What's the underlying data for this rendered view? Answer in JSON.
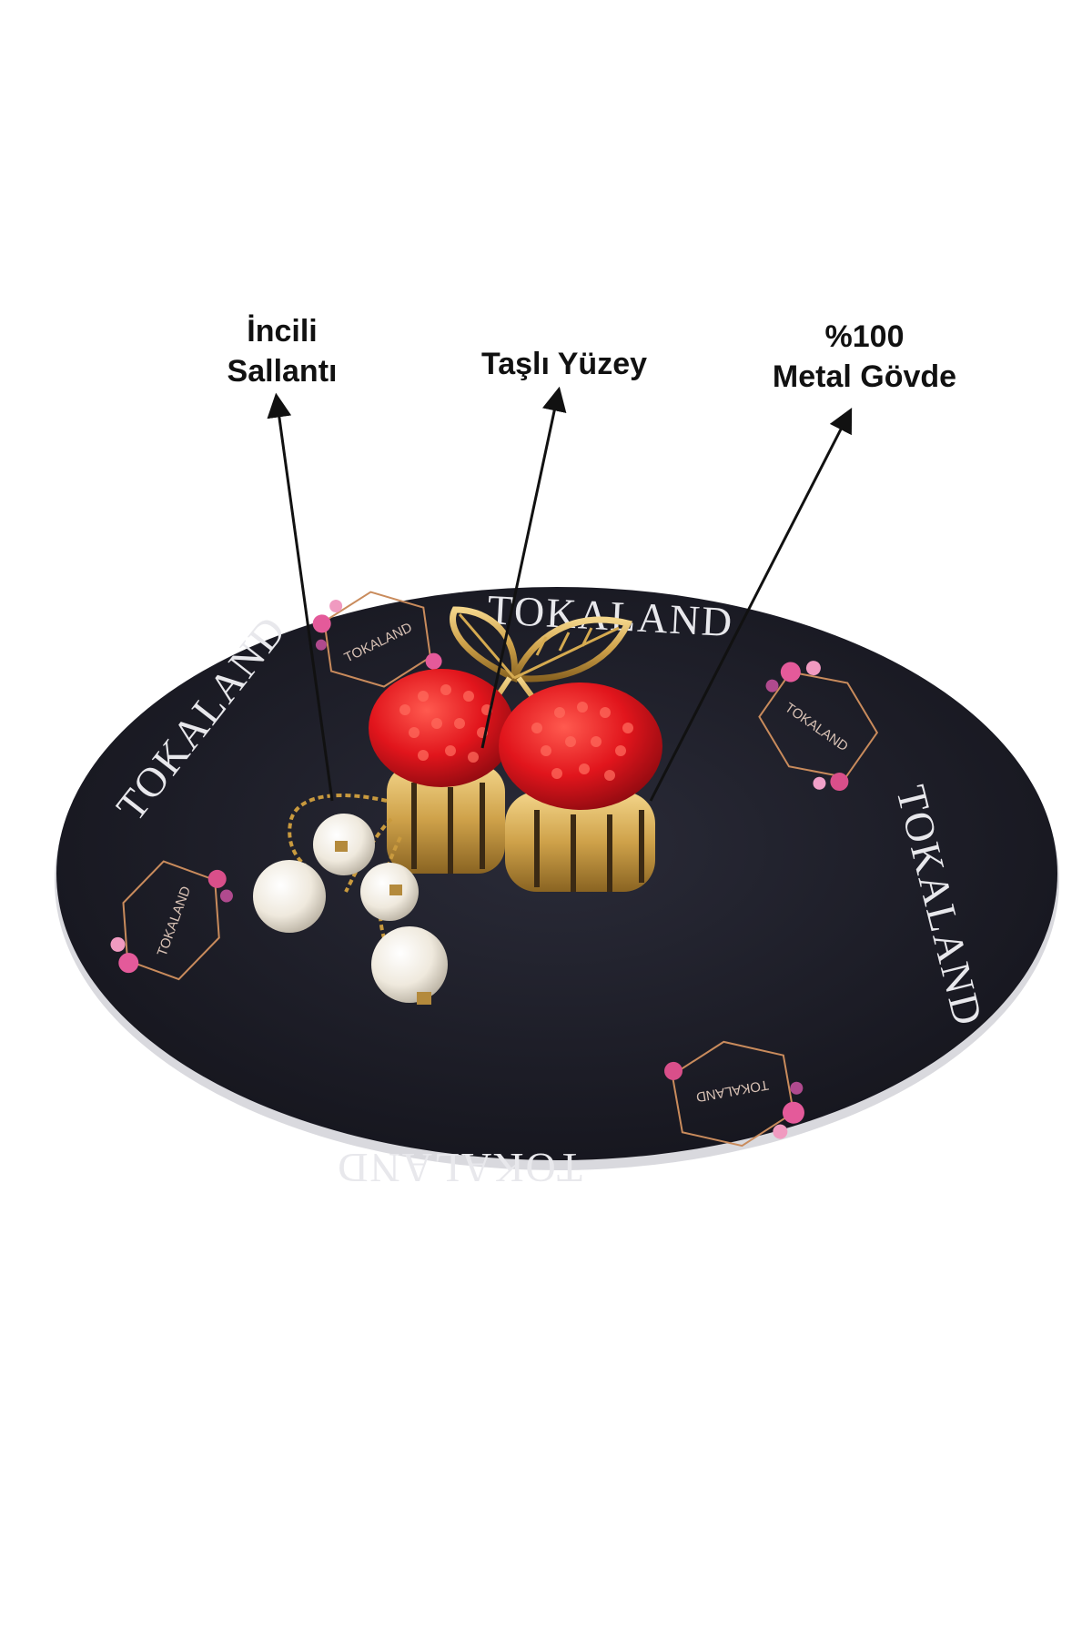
{
  "callouts": {
    "pearl": {
      "lines": [
        "İncili",
        "Sallantı"
      ]
    },
    "stone": {
      "lines": [
        "Taşlı Yüzey"
      ]
    },
    "metal": {
      "lines": [
        "%100",
        "Metal Gövde"
      ]
    }
  },
  "brand": {
    "ring_text": "TOKALAND",
    "badge_text": "TOKALAND"
  },
  "colors": {
    "background": "#ffffff",
    "disc": "#1d1e2a",
    "disc_text": "#e8e8ec",
    "gem_red": "#e1151c",
    "gold": "#d9b25a",
    "pearl": "#f4f1ea",
    "arrow": "#111111"
  }
}
